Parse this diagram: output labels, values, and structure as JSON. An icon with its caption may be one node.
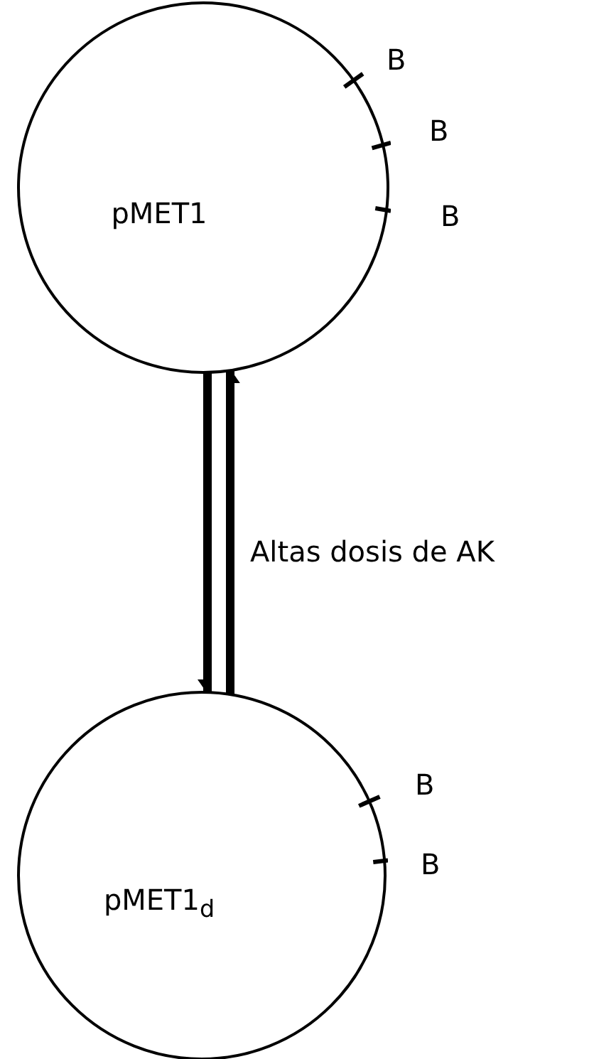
{
  "diagram": {
    "nodes": [
      {
        "text": [
          "pMET1"
        ],
        "beside": [
          "B",
          "B",
          "B"
        ]
      },
      {
        "text": [
          "pMET1$_{d}$"
        ],
        "beside": [
          "B",
          "B"
        ]
      }
    ],
    "edges": [
      {
        "from": 0,
        "to": 1,
        "arrow": "to"
      },
      {
        "from": 1,
        "to": 0,
        "arrow": "to",
        "label": "Altas dosis de AK"
      }
    ]
  }
}
